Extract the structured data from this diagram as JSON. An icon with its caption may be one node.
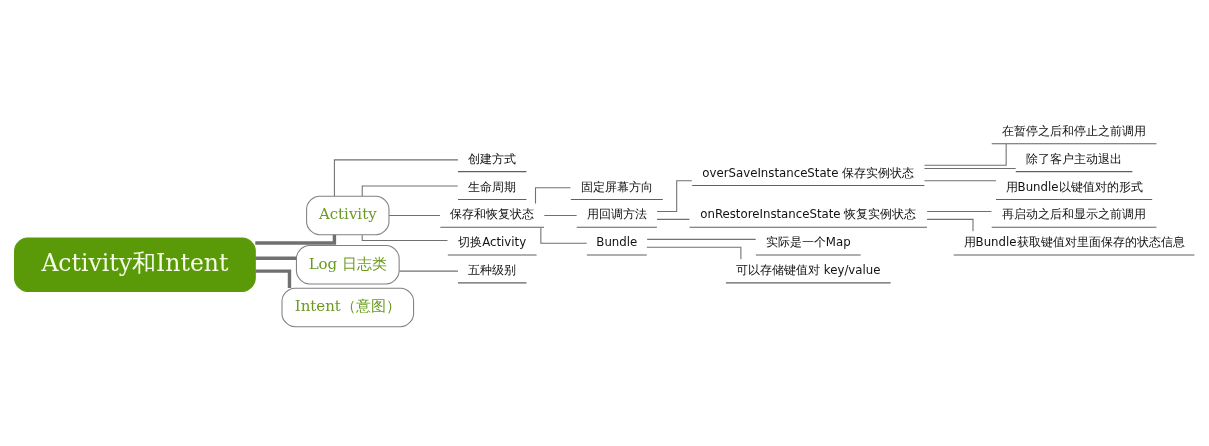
{
  "diagram": {
    "nodes": [
      {
        "text": [
          "Activity和Intent"
        ]
      },
      {
        "text": [
          "Activity"
        ]
      },
      {
        "text": [
          "创建方式"
        ]
      },
      {
        "text": [
          "生命周期"
        ]
      },
      {
        "text": [
          "保存和恢复状态"
        ]
      },
      {
        "text": [
          "固定屏幕方向"
        ]
      },
      {
        "text": [
          "用回调方法"
        ]
      },
      {
        "text": [
          "overSaveInstanceState 保存实例状态"
        ]
      },
      {
        "text": [
          "在暂停之后和停止之前调用"
        ]
      },
      {
        "text": [
          "除了客户主动退出"
        ]
      },
      {
        "text": [
          "用Bundle以键值对的形式"
        ]
      },
      {
        "text": [
          "onRestoreInstanceState 恢复实例状态"
        ]
      },
      {
        "text": [
          "再启动之后和显示之前调用"
        ]
      },
      {
        "text": [
          "用Bundle获取键值对里面保存的状态信息"
        ]
      },
      {
        "text": [
          "Bundle"
        ]
      },
      {
        "text": [
          "实际是一个Map"
        ]
      },
      {
        "text": [
          "可以存储键值对 key/value"
        ]
      },
      {
        "text": [
          "切换Activity"
        ]
      },
      {
        "text": [
          "Log 日志类"
        ]
      },
      {
        "text": [
          "五种级别"
        ]
      },
      {
        "text": [
          "Intent（意图）"
        ]
      }
    ],
    "edges": [
      {
        "from": 0,
        "to": 1,
        "arrow": "none",
        "style": "thick"
      },
      {
        "from": 1,
        "to": 2,
        "arrow": "none"
      },
      {
        "from": 1,
        "to": 3,
        "arrow": "none"
      },
      {
        "from": 1,
        "to": 4,
        "arrow": "none"
      },
      {
        "from": 4,
        "to": 5,
        "arrow": "none"
      },
      {
        "from": 4,
        "to": 6,
        "arrow": "none"
      },
      {
        "from": 6,
        "to": 7,
        "arrow": "none"
      },
      {
        "from": 7,
        "to": 8,
        "arrow": "none"
      },
      {
        "from": 7,
        "to": 9,
        "arrow": "none"
      },
      {
        "from": 7,
        "to": 10,
        "arrow": "none"
      },
      {
        "from": 6,
        "to": 11,
        "arrow": "none"
      },
      {
        "from": 11,
        "to": 12,
        "arrow": "none"
      },
      {
        "from": 11,
        "to": 13,
        "arrow": "none"
      },
      {
        "from": 4,
        "to": 14,
        "arrow": "none"
      },
      {
        "from": 14,
        "to": 15,
        "arrow": "none"
      },
      {
        "from": 14,
        "to": 16,
        "arrow": "none"
      },
      {
        "from": 1,
        "to": 17,
        "arrow": "none"
      },
      {
        "from": 0,
        "to": 18,
        "arrow": "none",
        "style": "thick"
      },
      {
        "from": 18,
        "to": 19,
        "arrow": "none"
      },
      {
        "from": 0,
        "to": 20,
        "arrow": "none",
        "style": "thick"
      }
    ]
  }
}
